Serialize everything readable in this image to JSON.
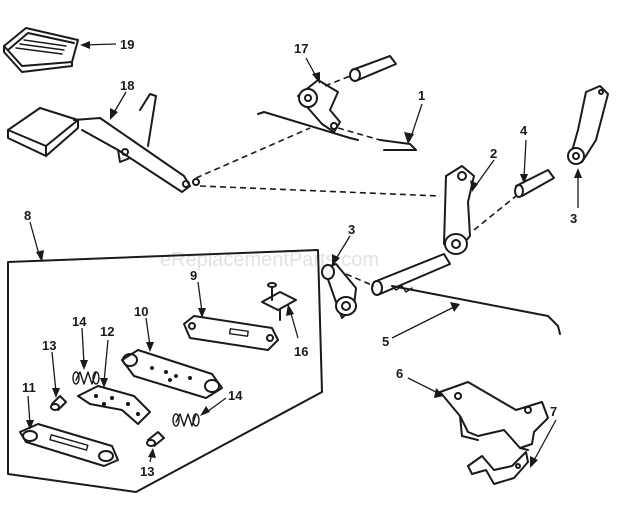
{
  "watermark": "eReplacementParts.com",
  "callouts": {
    "c1": "1",
    "c2": "2",
    "c3a": "3",
    "c3b": "3",
    "c4": "4",
    "c5": "5",
    "c6": "6",
    "c7": "7",
    "c8": "8",
    "c9": "9",
    "c10": "10",
    "c11": "11",
    "c12": "12",
    "c13a": "13",
    "c13b": "13",
    "c14a": "14",
    "c14b": "14",
    "c16": "16",
    "c17": "17",
    "c18": "18",
    "c19": "19"
  },
  "colors": {
    "ink": "#1a1a1a",
    "paper": "#ffffff",
    "watermark": "#c9c9c9"
  }
}
